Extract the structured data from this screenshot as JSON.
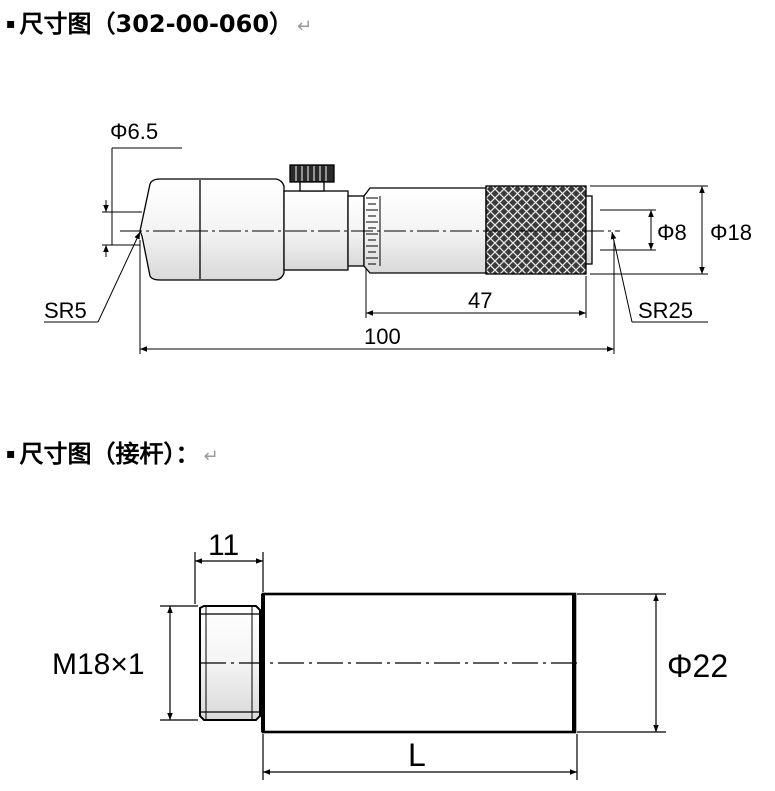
{
  "headings": {
    "micrometer": {
      "bullet": "▪",
      "text": "尺寸图（302-00-060）",
      "mark": "↵"
    },
    "rod": {
      "bullet": "▪",
      "text": "尺寸图（接杆）：",
      "mark": "↵"
    }
  },
  "micrometer_dims": {
    "tip_diameter": "Φ6.5",
    "tip_radius": "SR5",
    "sleeve_length": "47",
    "total_length": "100",
    "end_radius": "SR25",
    "spindle_diameter": "Φ8",
    "thimble_diameter": "Φ18"
  },
  "rod_dims": {
    "thread_length": "11",
    "thread_spec": "M18×1",
    "body_diameter": "Φ22",
    "length": "L"
  }
}
